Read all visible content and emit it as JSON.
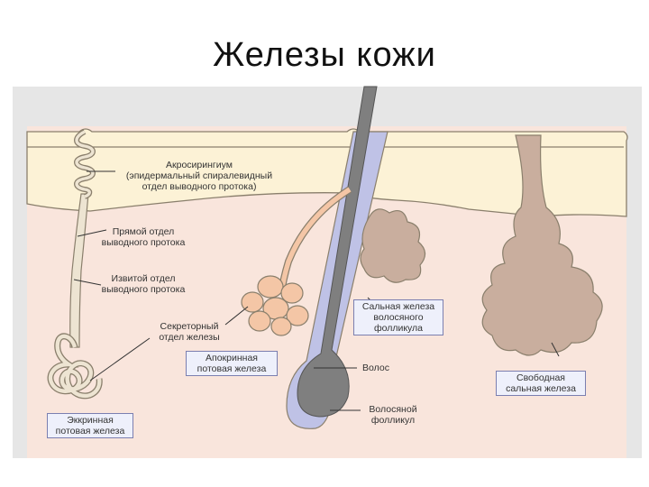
{
  "title": "Железы кожи",
  "labels": {
    "acrosyringium": "Акросирингиум\n(эпидермальный спиралевидный\nотдел выводного протока)",
    "straight_duct": "Прямой отдел\nвыводного протока",
    "coiled_duct": "Извитой отдел\nвыводного протока",
    "secretory": "Секреторный\nотдел железы",
    "hair": "Волос",
    "hair_follicle": "Волосяной\nфолликул"
  },
  "boxes": {
    "eccrine": "Эккринная\nпотовая железа",
    "apocrine": "Апокринная\nпотовая железа",
    "sebaceous_follicle": "Сальная железа\nволосяного\nфолликула",
    "free_sebaceous": "Свободная\nсальная железа"
  },
  "colors": {
    "epidermis": "#fcf2d6",
    "dermis": "#f9e5dc",
    "outline": "#8a7f6c",
    "duct": "#ede4d2",
    "apocrine_fill": "#f4c6a6",
    "sebaceous_fill": "#c9ae9e",
    "hair": "#7f7f7f",
    "follicle": "#bfc2e6",
    "box_border": "#7b7fb0",
    "box_bg": "#eef0fb"
  }
}
